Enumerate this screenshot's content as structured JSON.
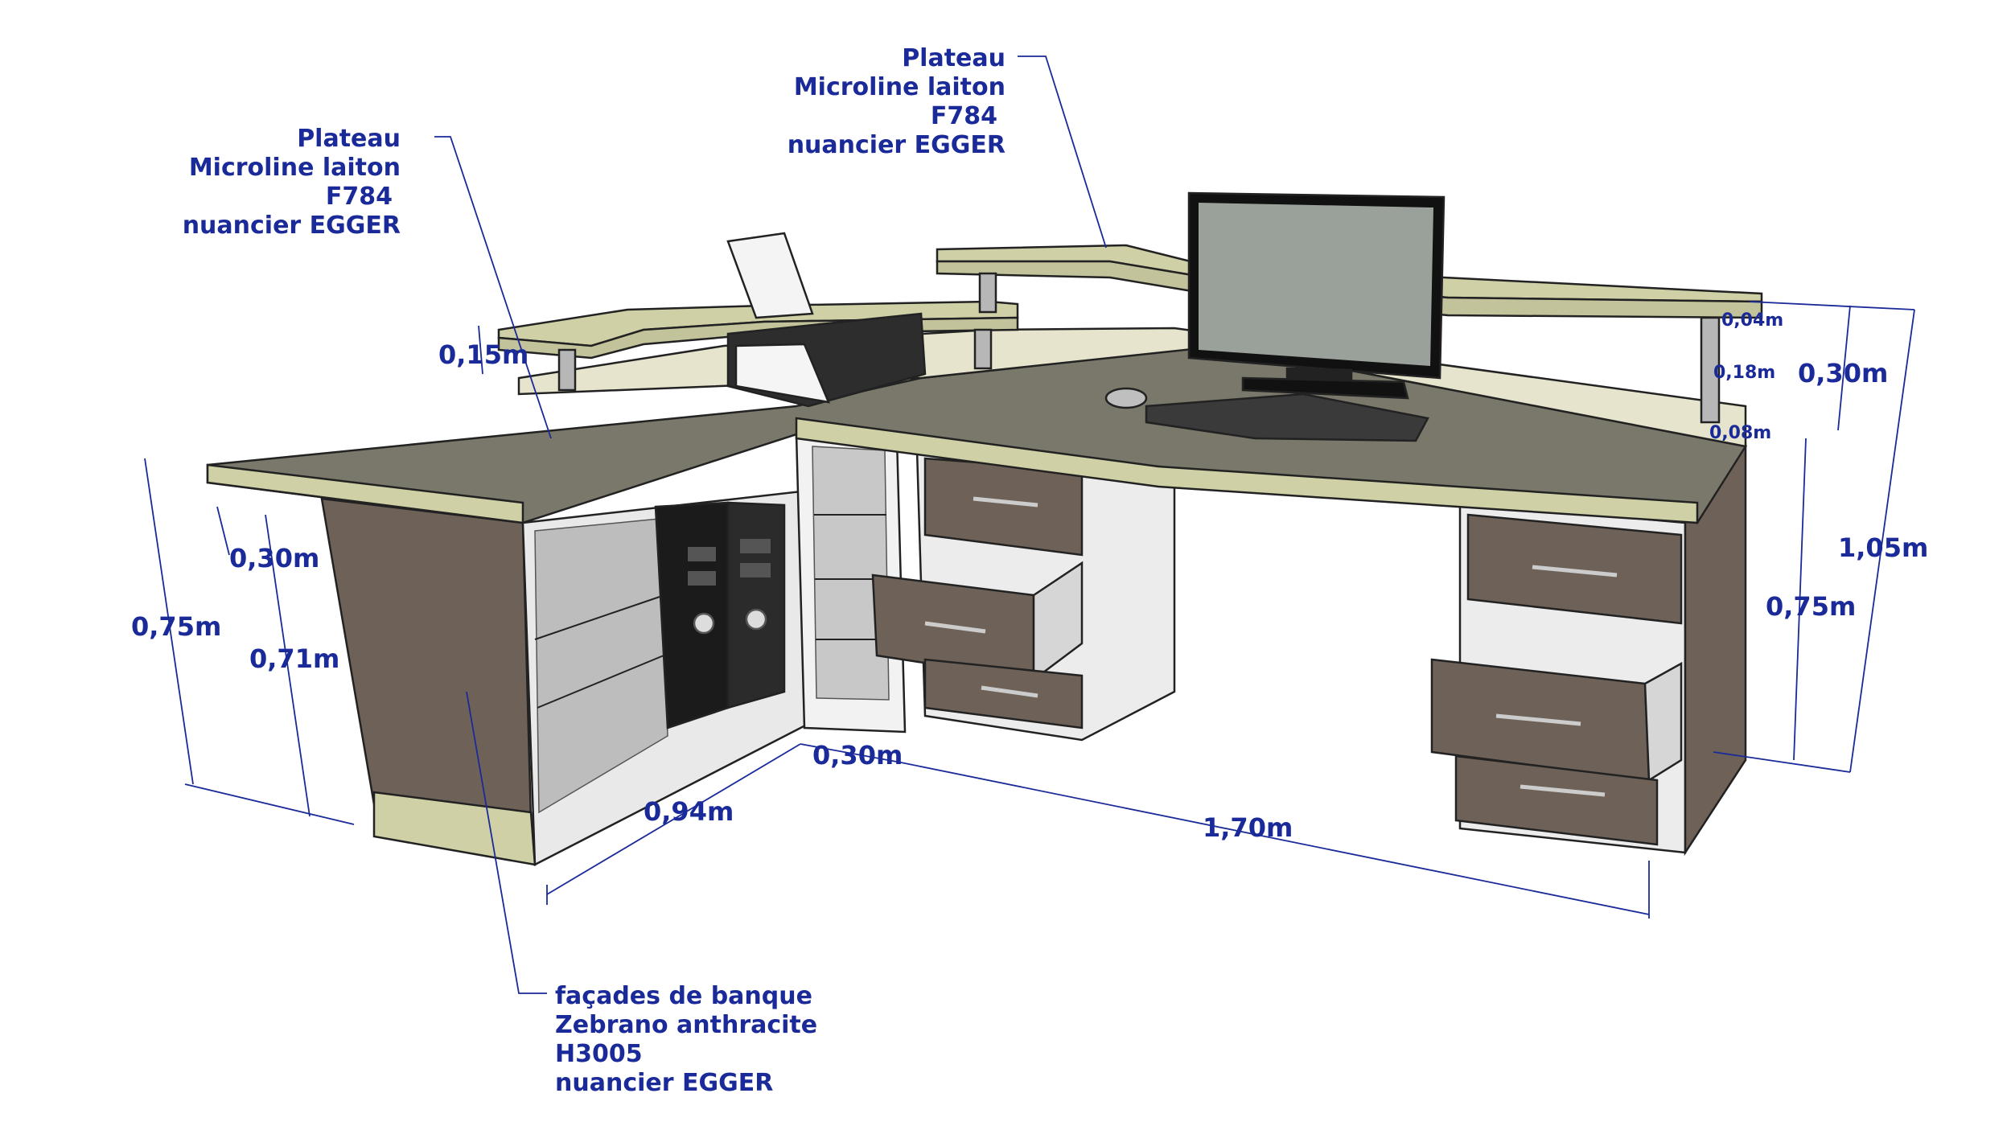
{
  "labels": {
    "plateau_top": [
      "Plateau",
      "Microline laiton",
      "F784",
      "nuancier EGGER"
    ],
    "plateau_left": [
      "Plateau",
      "Microline laiton",
      "F784",
      "nuancier EGGER"
    ],
    "facades": [
      "façades de banque",
      "Zebrano anthracite",
      "H3005",
      "nuancier EGGER"
    ]
  },
  "dimensions": {
    "shelf_height_left": "0,15m",
    "shelf_thickness": "0,04m",
    "shelf_gap": "0,18m",
    "shelf_total": "0,30m",
    "base_offset": "0,08m",
    "total_height": "1,05m",
    "desk_height_right": "0,75m",
    "desk_height_left": "0,75m",
    "inner_height": "0,71m",
    "return_depth": "0,30m",
    "return_length": "0,94m",
    "corner_depth": "0,30m",
    "main_length": "1,70m"
  },
  "colors": {
    "plateau": "#cfd0a6",
    "worktop": "#7a786a",
    "facade": "#6e6258",
    "carcass": "#e9e9e9",
    "annotation": "#1a2a99"
  }
}
